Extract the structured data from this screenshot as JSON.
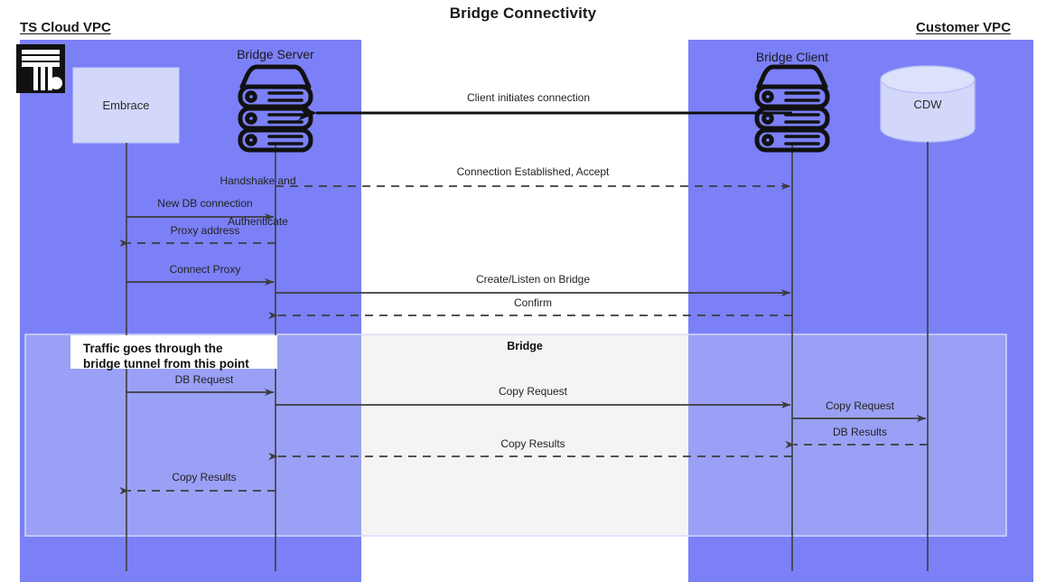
{
  "diagram": {
    "title": "Bridge Connectivity",
    "type": "sequence-diagram",
    "colors": {
      "vpc_band": "#7b80f7",
      "bridge_overlay": "#9aa0f5",
      "bridge_center": "#f4f4f4",
      "node_fill": "#d3d8fb",
      "line": "#3d3d3d",
      "logo_bg": "#111111",
      "background": "#ffffff"
    }
  },
  "zones": {
    "left": {
      "title": "TS Cloud VPC"
    },
    "right": {
      "title": "Customer VPC"
    },
    "bridge": {
      "label": "Bridge"
    }
  },
  "actors": [
    {
      "id": "embrace",
      "label": "Embrace",
      "shape": "rect",
      "zone": "left"
    },
    {
      "id": "bridge-server",
      "label": "Bridge Server",
      "shape": "server-stack",
      "zone": "left"
    },
    {
      "id": "bridge-client",
      "label": "Bridge Client",
      "shape": "server-stack",
      "zone": "right"
    },
    {
      "id": "cdw",
      "label": "CDW",
      "shape": "cylinder",
      "zone": "right"
    }
  ],
  "logo": {
    "name": "ts-logo",
    "alt": "TS logo"
  },
  "notes": [
    {
      "id": "tunnel-note",
      "line1": "Traffic goes through the",
      "line2": "bridge tunnel from this point"
    }
  ],
  "messages": [
    {
      "id": "m1",
      "label": "Client initiates connection",
      "from": "bridge-client",
      "to": "bridge-server",
      "style": "solid-bold",
      "dir": "left"
    },
    {
      "id": "m2",
      "label": "Handshake and\nAuthenticate",
      "kind": "annotation",
      "near": "bridge-server"
    },
    {
      "id": "m3",
      "label": "Connection Established, Accept",
      "from": "bridge-server",
      "to": "bridge-client",
      "style": "dashed",
      "dir": "right"
    },
    {
      "id": "m4",
      "label": "New DB connection",
      "from": "embrace",
      "to": "bridge-server",
      "style": "solid",
      "dir": "right"
    },
    {
      "id": "m5",
      "label": "Proxy address",
      "from": "bridge-server",
      "to": "embrace",
      "style": "dashed",
      "dir": "left"
    },
    {
      "id": "m6",
      "label": "Connect Proxy",
      "from": "embrace",
      "to": "bridge-server",
      "style": "solid",
      "dir": "right"
    },
    {
      "id": "m7",
      "label": "Create/Listen on Bridge",
      "from": "bridge-server",
      "to": "bridge-client",
      "style": "solid",
      "dir": "right"
    },
    {
      "id": "m8",
      "label": "Confirm",
      "from": "bridge-client",
      "to": "bridge-server",
      "style": "dashed",
      "dir": "left"
    },
    {
      "id": "m9",
      "label": "DB Request",
      "from": "embrace",
      "to": "bridge-server",
      "style": "solid",
      "dir": "right"
    },
    {
      "id": "m10",
      "label": "Copy Request",
      "from": "bridge-server",
      "to": "bridge-client",
      "style": "solid",
      "dir": "right"
    },
    {
      "id": "m11",
      "label": "Copy Request",
      "from": "bridge-client",
      "to": "cdw",
      "style": "solid",
      "dir": "right"
    },
    {
      "id": "m12",
      "label": "DB Results",
      "from": "cdw",
      "to": "bridge-client",
      "style": "dashed",
      "dir": "left"
    },
    {
      "id": "m13",
      "label": "Copy Results",
      "from": "bridge-client",
      "to": "bridge-server",
      "style": "dashed",
      "dir": "left"
    },
    {
      "id": "m14",
      "label": "Copy Results",
      "from": "bridge-server",
      "to": "embrace",
      "style": "dashed",
      "dir": "left"
    }
  ]
}
